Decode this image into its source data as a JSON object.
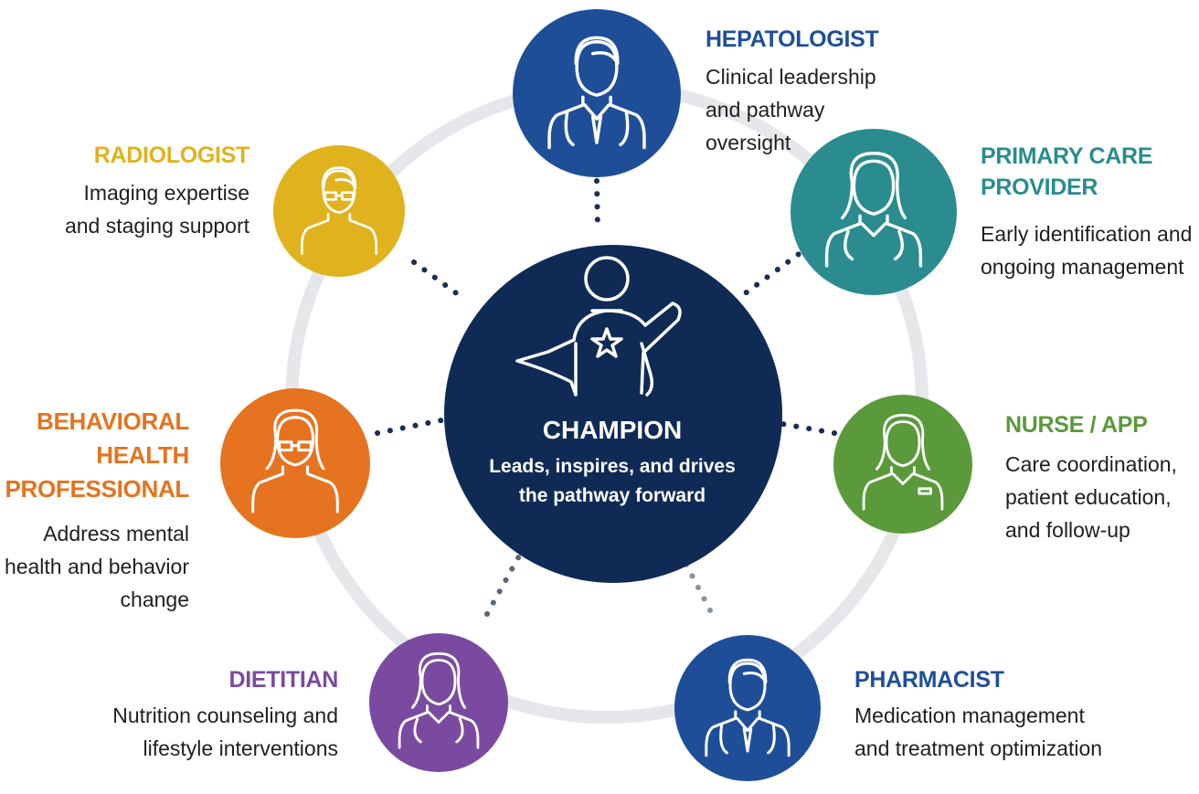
{
  "colors": {
    "ring": "#e6e7ea",
    "champion": "#0f2b55",
    "hepatologist": "#1f4e99",
    "primary_care": "#2a8c8e",
    "nurse": "#5a9a3a",
    "pharmacist": "#1f4e99",
    "dietitian": "#7a4aa0",
    "behavioral": "#e5731f",
    "radiologist": "#e0b21d",
    "connector": "#1a2d55"
  },
  "champion": {
    "title": "CHAMPION",
    "description": "Leads, inspires, and drives the pathway forward",
    "icon": "superhero-icon"
  },
  "roles": {
    "hepatologist": {
      "title": "HEPATOLOGIST",
      "description": "Clinical leadership and pathway oversight",
      "icon": "doctor-male-icon"
    },
    "primary_care": {
      "title": "PRIMARY CARE PROVIDER",
      "description": "Early identification and ongoing management",
      "icon": "doctor-female-icon"
    },
    "nurse": {
      "title": "NURSE / APP",
      "description": "Care coordination, patient education, and follow-up",
      "icon": "nurse-icon"
    },
    "pharmacist": {
      "title": "PHARMACIST",
      "description": "Medication management and treatment optimization",
      "icon": "pharmacist-icon"
    },
    "dietitian": {
      "title": "DIETITIAN",
      "description": "Nutrition counseling and lifestyle interventions",
      "icon": "dietitian-icon"
    },
    "behavioral": {
      "title": "BEHAVIORAL HEALTH PROFESSIONAL",
      "description": "Address mental health and behavior change",
      "icon": "behavioral-health-icon"
    },
    "radiologist": {
      "title": "RADIOLOGIST",
      "description": "Imaging expertise and staging support",
      "icon": "radiologist-icon"
    }
  }
}
